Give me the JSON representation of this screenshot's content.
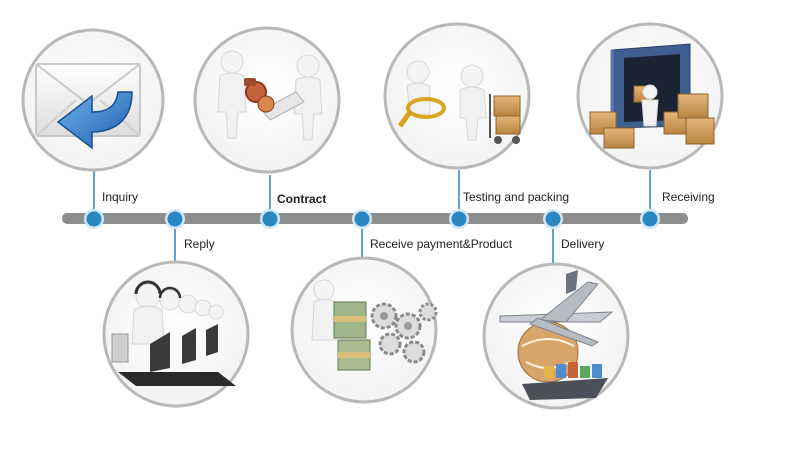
{
  "steps": [
    {
      "label": "Inquiry",
      "icon": "envelope-reply-icon"
    },
    {
      "label": "Reply",
      "icon": "call-center-icon"
    },
    {
      "label": "Contract",
      "icon": "handshake-contract-icon"
    },
    {
      "label": "Receive payment&Product",
      "icon": "money-gears-icon"
    },
    {
      "label": "Testing and packing",
      "icon": "inspection-packing-icon"
    },
    {
      "label": "Delivery",
      "icon": "airplane-cargo-icon"
    },
    {
      "label": "Receiving",
      "icon": "warehouse-boxes-icon"
    }
  ],
  "colors": {
    "timeline": "#8e8e8e",
    "node": "#2b86c4",
    "node_ring": "#cfe6f5",
    "circle_border": "#b8b8b8",
    "connector": "#2b86c4"
  }
}
